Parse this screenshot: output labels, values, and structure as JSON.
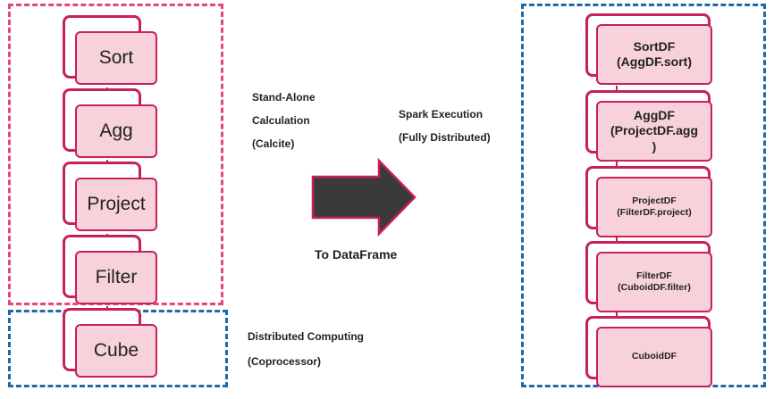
{
  "left_nodes": [
    "Sort",
    "Agg",
    "Project",
    "Filter",
    "Cube"
  ],
  "right_nodes": [
    "SortDF\n(AggDF.sort)",
    "AggDF\n(ProjectDF.agg\n)",
    "ProjectDF\n(FilterDF.project)",
    "FilterDF\n(CuboidDF.filter)",
    "CuboidDF"
  ],
  "labels": {
    "standalone": "Stand-Alone\nCalculation\n(Calcite)",
    "distributed": "Distributed Computing\n(Coprocessor)",
    "spark": "Spark Execution\n(Fully Distributed)",
    "arrow": "To DataFrame"
  },
  "colors": {
    "pink_region": "#e8457a",
    "blue_region": "#1f6aa5",
    "node_border": "#c8205a",
    "node_fill": "#f7d2db",
    "arrow_fill": "#3a3a3a",
    "arrow_outline": "#c8205a"
  }
}
